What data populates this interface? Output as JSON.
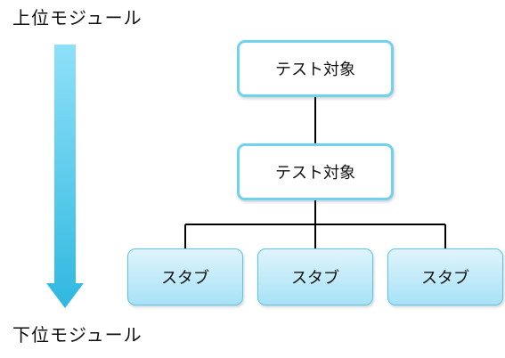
{
  "diagram": {
    "top_label": "上位モジュール",
    "bottom_label": "下位モジュール",
    "targets": [
      {
        "label": "テスト対象"
      },
      {
        "label": "テスト対象"
      }
    ],
    "stubs": [
      {
        "label": "スタブ"
      },
      {
        "label": "スタブ"
      },
      {
        "label": "スタブ"
      }
    ]
  },
  "colors": {
    "arrow_top": "#8fe0f8",
    "arrow_bottom": "#2fb8e0",
    "target_border": "#6fd2ee",
    "stub_fill_top": "#dff4fc",
    "stub_fill_bottom": "#a7e2f6",
    "connector": "#000000"
  }
}
